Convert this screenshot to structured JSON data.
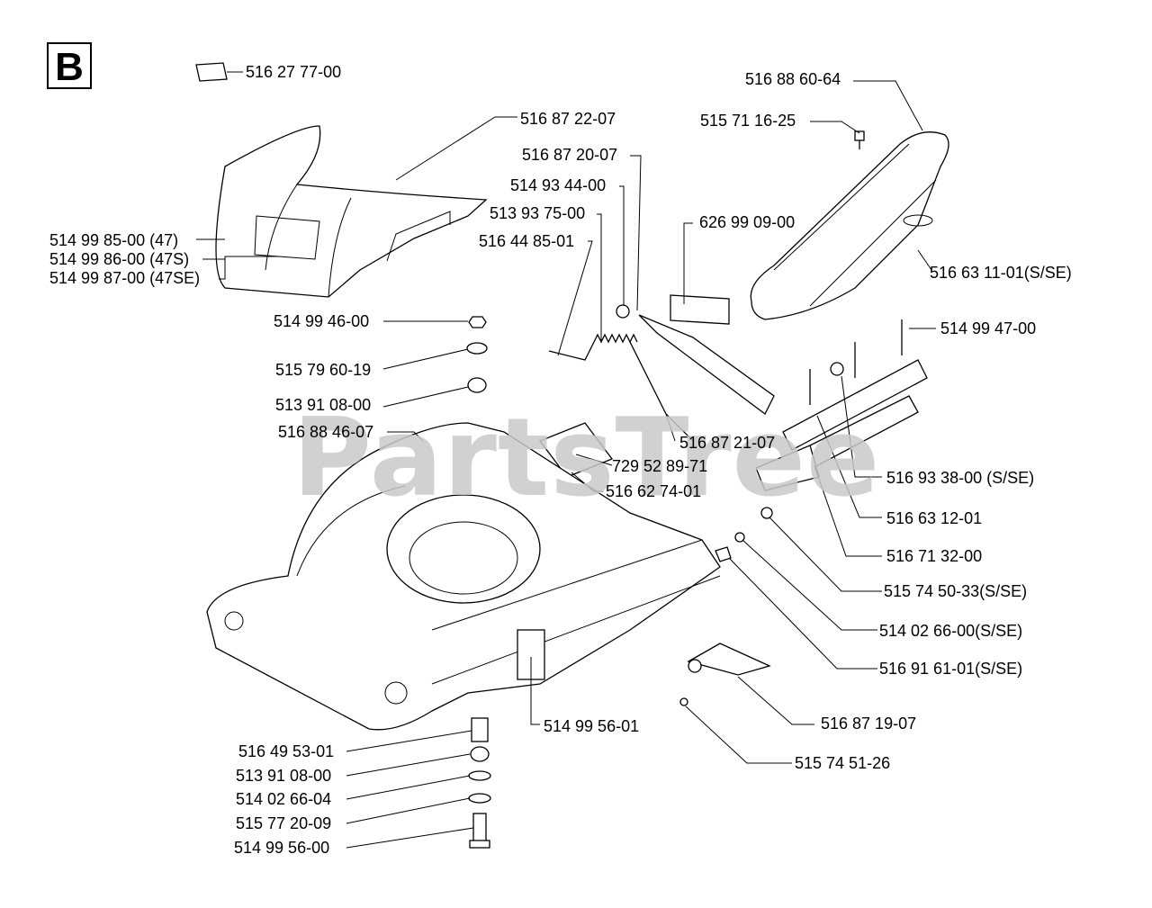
{
  "section_letter": "B",
  "watermark": "PartsTree",
  "labels": [
    {
      "key": "l01",
      "text": "516 27 77-00"
    },
    {
      "key": "l02",
      "text": "516 87 22-07"
    },
    {
      "key": "l03",
      "text": "516 88 60-64"
    },
    {
      "key": "l04",
      "text": "515 71 16-25"
    },
    {
      "key": "l05",
      "text": "516 87 20-07"
    },
    {
      "key": "l06",
      "text": "514 93 44-00"
    },
    {
      "key": "l07",
      "text": "513 93 75-00"
    },
    {
      "key": "l08",
      "text": "626 99 09-00"
    },
    {
      "key": "l09",
      "text": "516 44 85-01"
    },
    {
      "key": "l10",
      "text": "514 99 85-00 (47)"
    },
    {
      "key": "l11",
      "text": "514 99 86-00 (47S)"
    },
    {
      "key": "l12",
      "text": "514 99 87-00 (47SE)"
    },
    {
      "key": "l13",
      "text": "516 63 11-01(S/SE)"
    },
    {
      "key": "l14",
      "text": "514 99 46-00"
    },
    {
      "key": "l15",
      "text": "514 99 47-00"
    },
    {
      "key": "l16",
      "text": "515 79 60-19"
    },
    {
      "key": "l17",
      "text": "513 91 08-00"
    },
    {
      "key": "l18",
      "text": "516 88 46-07"
    },
    {
      "key": "l19",
      "text": "516 87 21-07"
    },
    {
      "key": "l20",
      "text": "729 52 89-71"
    },
    {
      "key": "l21",
      "text": "516 62 74-01"
    },
    {
      "key": "l22",
      "text": "516 93 38-00 (S/SE)"
    },
    {
      "key": "l23",
      "text": "516 63 12-01"
    },
    {
      "key": "l24",
      "text": "516 71 32-00"
    },
    {
      "key": "l25",
      "text": "515 74 50-33(S/SE)"
    },
    {
      "key": "l26",
      "text": "514 02 66-00(S/SE)"
    },
    {
      "key": "l27",
      "text": "516 91 61-01(S/SE)"
    },
    {
      "key": "l28",
      "text": "516 87 19-07"
    },
    {
      "key": "l29",
      "text": "514 99 56-01"
    },
    {
      "key": "l30",
      "text": "515 74 51-26"
    },
    {
      "key": "l31",
      "text": "516 49 53-01"
    },
    {
      "key": "l32",
      "text": "513 91 08-00"
    },
    {
      "key": "l33",
      "text": "514 02 66-04"
    },
    {
      "key": "l34",
      "text": "515 77 20-09"
    },
    {
      "key": "l35",
      "text": "514 99 56-00"
    }
  ]
}
